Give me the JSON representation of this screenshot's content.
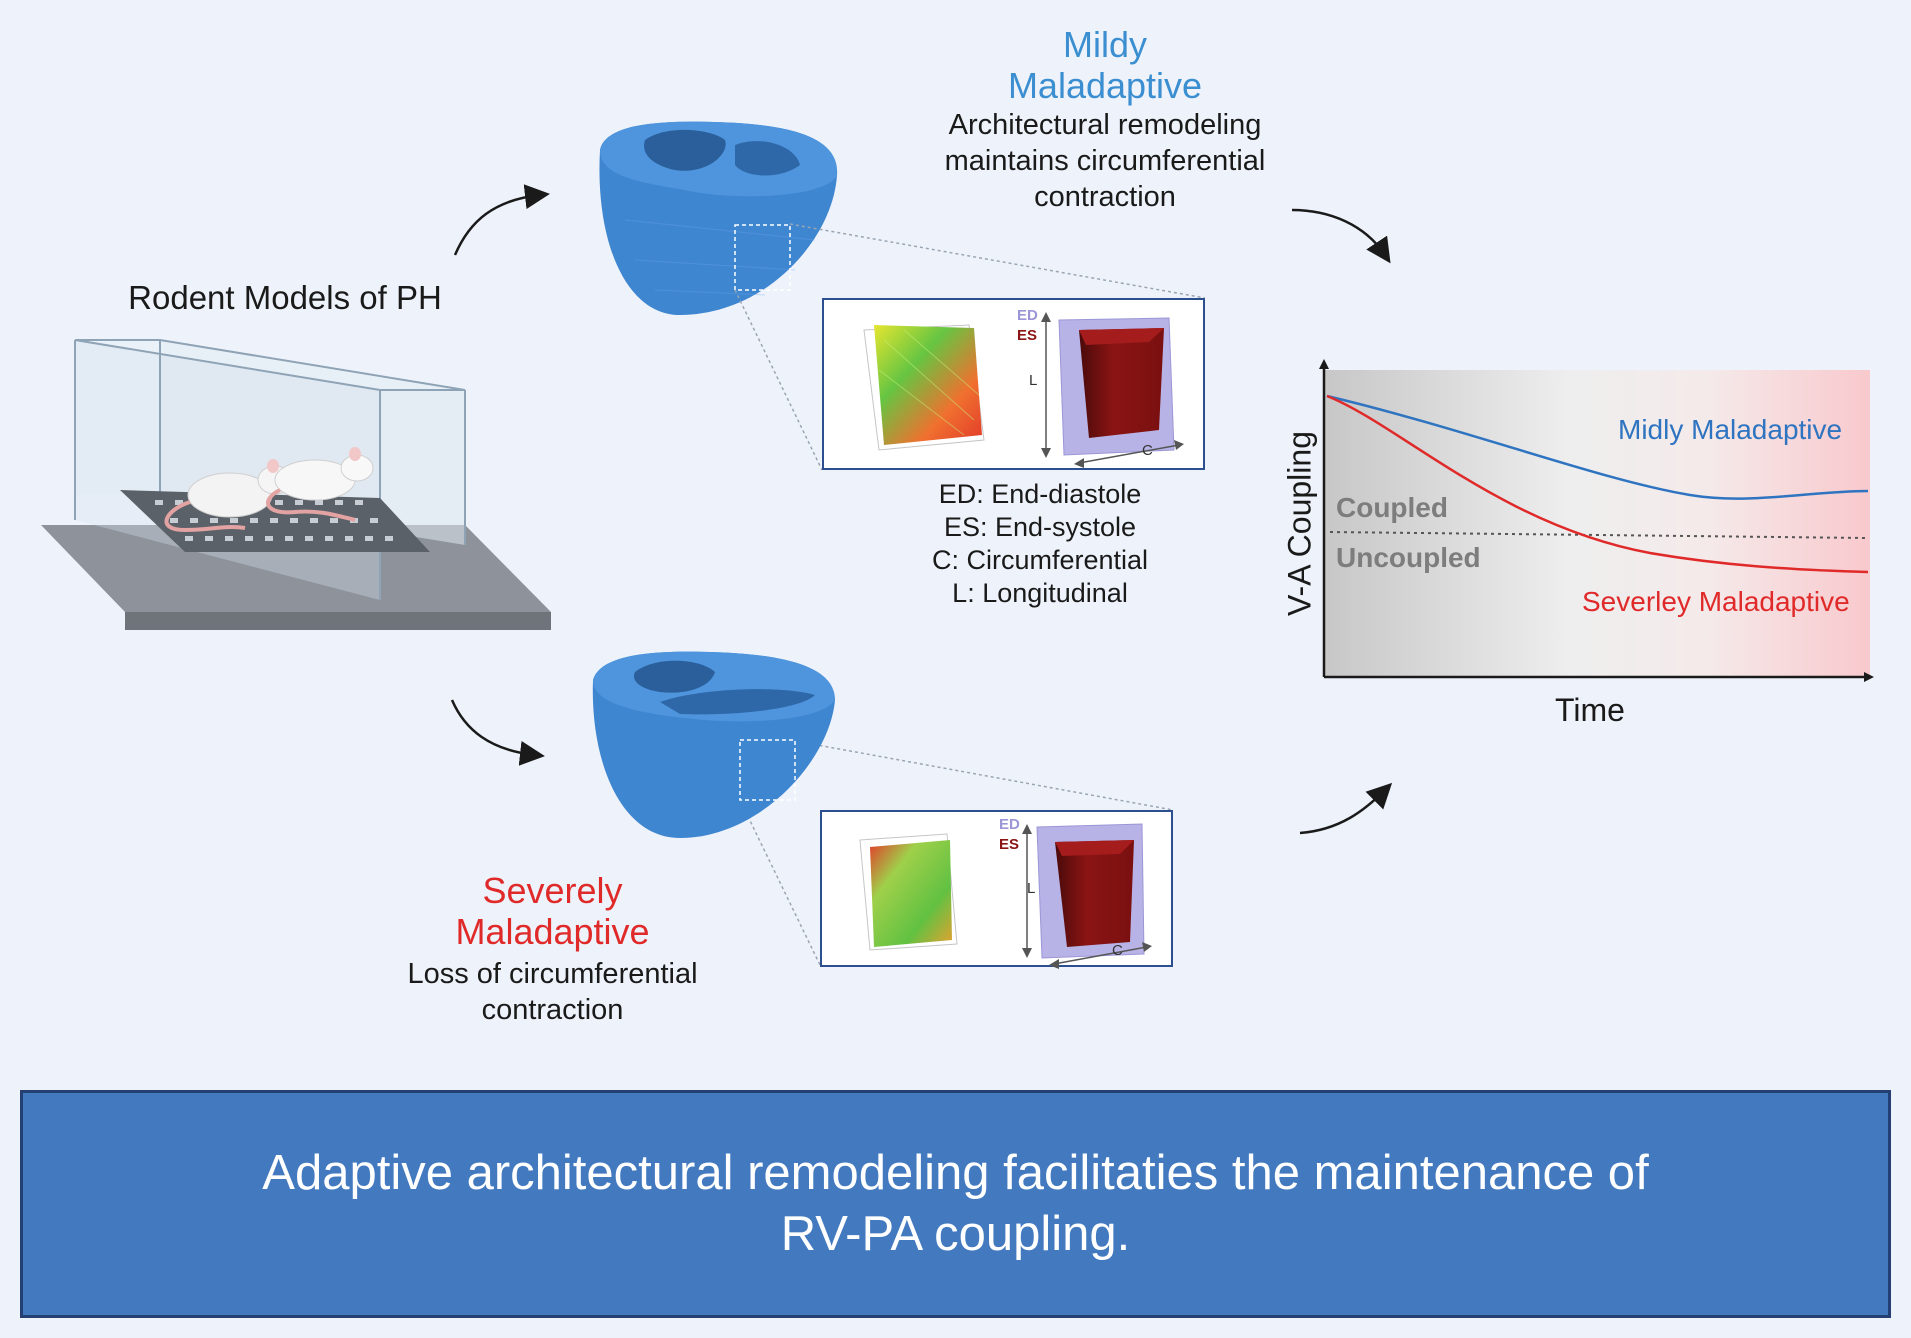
{
  "mildly": {
    "title_line1": "Mildy",
    "title_line2": "Maladaptive",
    "desc_line1": "Architectural remodeling",
    "desc_line2": "maintains circumferential",
    "desc_line3": "contraction"
  },
  "severely": {
    "title_line1": "Severely",
    "title_line2": "Maladaptive",
    "desc_line1": "Loss of circumferential",
    "desc_line2": "contraction"
  },
  "rodent_label": "Rodent Models of PH",
  "inset_labels": {
    "ed": "ED",
    "es": "ES",
    "l": "L",
    "c": "C"
  },
  "legend": [
    "ED: End-diastole",
    "ES: End-systole",
    "C: Circumferential",
    "L: Longitudinal"
  ],
  "chart_data": {
    "type": "line",
    "xlabel": "Time",
    "ylabel": "V-A Coupling",
    "threshold_labels": {
      "above": "Coupled",
      "below": "Uncoupled"
    },
    "series": [
      {
        "name": "Midly Maladaptive",
        "color": "#2f74c0",
        "trend": "slight decline, stays above threshold"
      },
      {
        "name": "Severley Maladaptive",
        "color": "#e02a2a",
        "trend": "steep decline, falls below threshold"
      }
    ]
  },
  "banner": {
    "line1": "Adaptive architectural remodeling facilitaties the maintenance of",
    "line2": "RV-PA coupling."
  },
  "colors": {
    "heart": "#3f86d1",
    "heart_dark": "#2a5f9c",
    "mildly": "#3b8ed0",
    "severely": "#e02a2a",
    "banner": "#4279bf",
    "es_box": "#8b1414",
    "ed_box": "#b7b3e6"
  }
}
